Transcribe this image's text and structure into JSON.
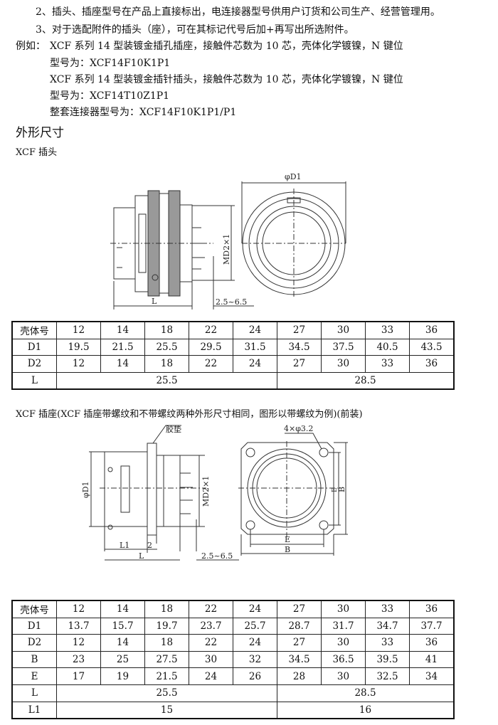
{
  "notes": {
    "line2": "2、插头、插座型号在产品上直接标出，电连接器型号供用户订货和公司生产、经营管理用。",
    "line3": "3、对于选配附件的插头（座），可在其标记代号后加+再写出所选附件。",
    "example_label": "例如：",
    "example1": "XCF 系列 14 型装镀金插孔插座，接触件芯数为 10 芯，壳体化学镀镍，N 键位",
    "model1": "型号为：XCF14F10K1P1",
    "example2": "XCF 系列 14 型装镀金插针插头，接触件芯数为 10 芯，壳体化学镀镍，N 键位",
    "model2": "型号为：XCF14T10Z1P1",
    "set_model": "整套连接器型号为：XCF14F10K1P1/P1"
  },
  "section_title": "外形尺寸",
  "plug": {
    "caption": "XCF 插头",
    "labels": {
      "d1": "φD1",
      "md2": "MD2×1",
      "l": "L",
      "range": "2.5~6.5"
    },
    "table": [
      {
        "cells": [
          "壳体号",
          "12",
          "14",
          "18",
          "22",
          "24",
          "27",
          "30",
          "33",
          "36"
        ]
      },
      {
        "cells": [
          "D1",
          "19.5",
          "21.5",
          "25.5",
          "29.5",
          "31.5",
          "34.5",
          "37.5",
          "40.5",
          "43.5"
        ]
      },
      {
        "cells": [
          "D2",
          "12",
          "14",
          "18",
          "22",
          "24",
          "27",
          "30",
          "33",
          "36"
        ]
      },
      {
        "cells": [
          "L",
          "25.5",
          "28.5"
        ],
        "spans": [
          1,
          5,
          4
        ]
      }
    ]
  },
  "receptacle": {
    "caption": "XCF 插座(XCF 插座带螺纹和不带螺纹两种外形尺寸相同，图形以带螺纹为例)(前装)",
    "labels": {
      "gasket": "胶垫",
      "holes": "4×φ3.2",
      "d1": "φD1",
      "md2": "MD2×1",
      "l1": "L1",
      "two": "2",
      "l": "L",
      "range": "2.5~6.5",
      "e": "E",
      "b": "B"
    },
    "table": [
      {
        "cells": [
          "壳体号",
          "12",
          "14",
          "18",
          "22",
          "24",
          "27",
          "30",
          "33",
          "36"
        ]
      },
      {
        "cells": [
          "D1",
          "13.7",
          "15.7",
          "19.7",
          "23.7",
          "25.7",
          "28.7",
          "31.7",
          "34.7",
          "37.7"
        ]
      },
      {
        "cells": [
          "D2",
          "12",
          "14",
          "18",
          "22",
          "24",
          "27",
          "30",
          "33",
          "36"
        ]
      },
      {
        "cells": [
          "B",
          "23",
          "25",
          "27.5",
          "30",
          "32",
          "34.5",
          "36.5",
          "39.5",
          "41"
        ]
      },
      {
        "cells": [
          "E",
          "17",
          "19",
          "21.5",
          "24",
          "26",
          "28",
          "30",
          "32.5",
          "34"
        ]
      },
      {
        "cells": [
          "L",
          "25.5",
          "28.5"
        ],
        "spans": [
          1,
          5,
          4
        ]
      },
      {
        "cells": [
          "L1",
          "15",
          "16"
        ],
        "spans": [
          1,
          5,
          4
        ]
      }
    ]
  }
}
